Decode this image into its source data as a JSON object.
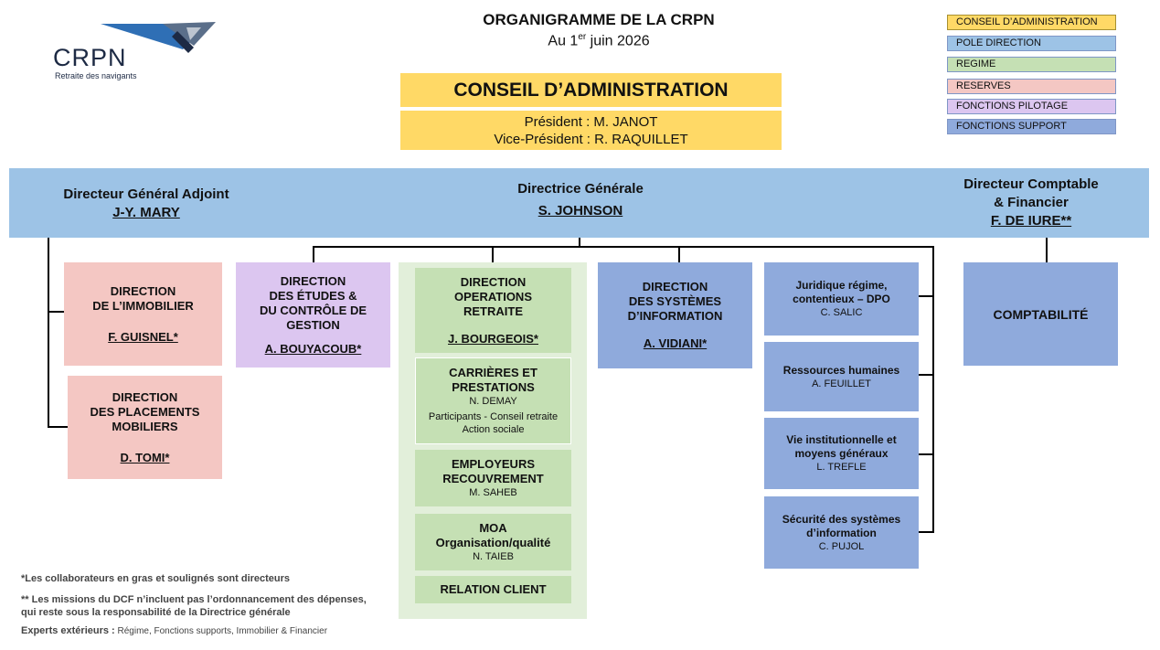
{
  "logo": {
    "name": "CRPN",
    "tagline": "Retraite des navigants"
  },
  "title": {
    "line1": "ORGANIGRAMME DE LA CRPN",
    "date_prefix": "Au 1",
    "date_sup": "er",
    "date_suffix": " juin 2026"
  },
  "legend": [
    {
      "label": "CONSEIL D’ADMINISTRATION",
      "color": "#ffd966"
    },
    {
      "label": "POLE DIRECTION",
      "color": "#9dc3e6"
    },
    {
      "label": "REGIME",
      "color": "#c5e0b4"
    },
    {
      "label": "RESERVES",
      "color": "#f4c7c3"
    },
    {
      "label": "FONCTIONS PILOTAGE",
      "color": "#dcc6f0"
    },
    {
      "label": "FONCTIONS SUPPORT",
      "color": "#8faadc"
    }
  ],
  "board": {
    "title": "CONSEIL D’ADMINISTRATION",
    "president": "Président : M. JANOT",
    "vice_president": "Vice-Président : R. RAQUILLET"
  },
  "direction": {
    "deputy_title": "Directeur Général Adjoint",
    "deputy_name": "J-Y. MARY",
    "general_title": "Directrice Générale",
    "general_name": "S. JOHNSON",
    "finance_title_l1": "Directeur Comptable",
    "finance_title_l2": "& Financier",
    "finance_name": "F. DE IURE**"
  },
  "units": {
    "immobilier": {
      "l1": "DIRECTION",
      "l2": "DE L’IMMOBILIER",
      "name": "F. GUISNEL*"
    },
    "placements": {
      "l1": "DIRECTION",
      "l2": "DES PLACEMENTS",
      "l3": "MOBILIERS",
      "name": "D. TOMI*"
    },
    "etudes": {
      "l1": "DIRECTION",
      "l2": "DES ÉTUDES &",
      "l3": "DU CONTRÔLE DE",
      "l4": "GESTION",
      "name": "A. BOUYACOUB*"
    },
    "operations": {
      "l1": "DIRECTION",
      "l2": "OPERATIONS",
      "l3": "RETRAITE",
      "name": "J. BOURGEOIS*"
    },
    "carrieres": {
      "l1": "CARRIÈRES ET",
      "l2": "PRESTATIONS",
      "name": "N. DEMAY",
      "sub1": "Participants - Conseil retraite",
      "sub2": "Action sociale"
    },
    "employeurs": {
      "l1": "EMPLOYEURS",
      "l2": "RECOUVREMENT",
      "name": "M. SAHEB"
    },
    "moa": {
      "l1": "MOA",
      "l2": "Organisation/qualité",
      "name": "N. TAIEB"
    },
    "relation": {
      "l1": "RELATION CLIENT"
    },
    "si": {
      "l1": "DIRECTION",
      "l2": "DES SYSTÈMES",
      "l3": "D’INFORMATION",
      "name": "A. VIDIANI*"
    },
    "juridique": {
      "l1": "Juridique régime,",
      "l2": "contentieux – DPO",
      "name": "C. SALIC"
    },
    "rh": {
      "l1": "Ressources humaines",
      "name": "A. FEUILLET"
    },
    "vie": {
      "l1": "Vie institutionnelle et",
      "l2": "moyens généraux",
      "name": "L. TREFLE"
    },
    "securite": {
      "l1": "Sécurité des systèmes",
      "l2": "d’information",
      "name": "C. PUJOL"
    },
    "comptabilite": {
      "l1": "COMPTABILITÉ"
    }
  },
  "footnotes": {
    "note1": "*Les collaborateurs en gras et soulignés sont directeurs",
    "note2_l1": "** Les missions du DCF n’incluent pas l’ordonnancement des dépenses,",
    "note2_l2": "qui reste sous la responsabilité de la Directrice générale",
    "experts_label": "Experts extérieurs :",
    "experts_value": " Régime, Fonctions supports, Immobilier & Financier"
  }
}
